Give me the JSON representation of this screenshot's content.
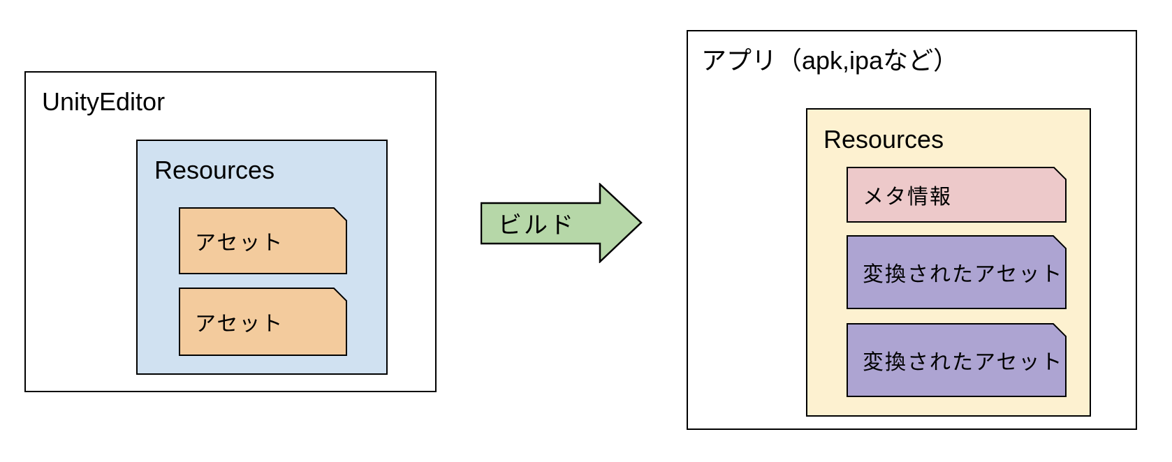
{
  "colors": {
    "border": "#000000",
    "editor_resources_fill": "#d0e1f1",
    "asset_fill": "#f3cb9d",
    "arrow_fill": "#b6d7a8",
    "app_resources_fill": "#fdf1d0",
    "meta_fill": "#edc9ca",
    "converted_asset_fill": "#ada4d2",
    "text": "#000000"
  },
  "left_box": {
    "title": "UnityEditor",
    "resources": {
      "title": "Resources",
      "assets": [
        "アセット",
        "アセット"
      ]
    }
  },
  "arrow": {
    "label": "ビルド"
  },
  "right_box": {
    "title": "アプリ（apk,ipaなど）",
    "resources": {
      "title": "Resources",
      "meta_label": "メタ情報",
      "assets": [
        "変換されたアセット",
        "変換されたアセット"
      ]
    }
  }
}
